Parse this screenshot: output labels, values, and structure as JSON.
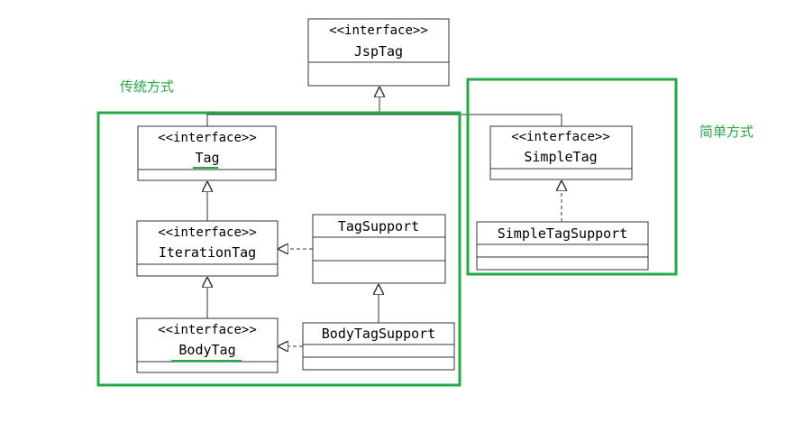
{
  "groups": {
    "traditional": {
      "label": "传统方式"
    },
    "simple": {
      "label": "简单方式"
    }
  },
  "classes": {
    "jsptag": {
      "stereotype": "<<interface>>",
      "name": "JspTag"
    },
    "tag": {
      "stereotype": "<<interface>>",
      "name": "Tag"
    },
    "iterationtag": {
      "stereotype": "<<interface>>",
      "name": "IterationTag"
    },
    "bodytag": {
      "stereotype": "<<interface>>",
      "name": "BodyTag"
    },
    "tagsupport": {
      "name": "TagSupport"
    },
    "bodytagsupport": {
      "name": "BodyTagSupport"
    },
    "simpletag": {
      "stereotype": "<<interface>>",
      "name": "SimpleTag"
    },
    "simpletagsupport": {
      "name": "SimpleTagSupport"
    }
  },
  "colors": {
    "highlight_green": "#22aa44",
    "line": "#333333"
  }
}
